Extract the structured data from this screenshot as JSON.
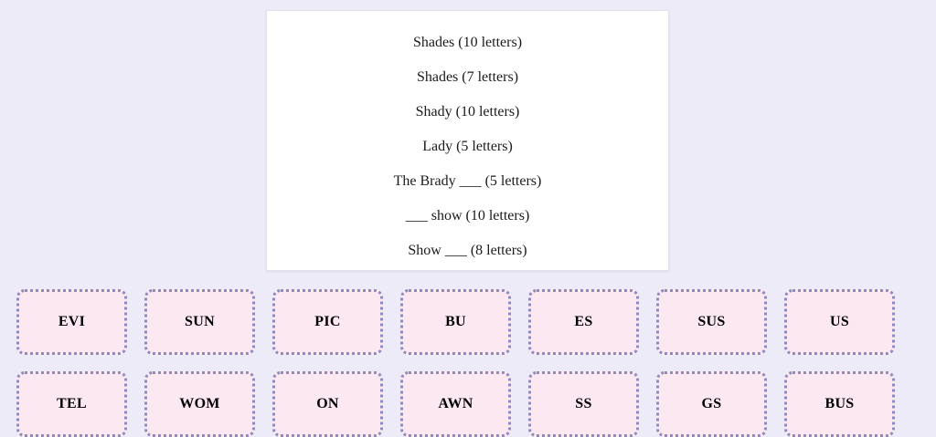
{
  "background_color": "#ecebf7",
  "clue_card": {
    "background_color": "#ffffff",
    "clues": [
      {
        "text": "Shades (10 letters)"
      },
      {
        "text": "Shades (7 letters)"
      },
      {
        "text": "Shady (10 letters)"
      },
      {
        "text": "Lady (5 letters)"
      },
      {
        "text": "The Brady ___ (5 letters)"
      },
      {
        "text": "___ show (10 letters)"
      },
      {
        "text": "Show ___ (8 letters)"
      }
    ]
  },
  "tiles": {
    "fill_color": "#fbe8f1",
    "border_color": "#8b8bc0",
    "rows": [
      {
        "items": [
          {
            "label": "EVI"
          },
          {
            "label": "SUN"
          },
          {
            "label": "PIC"
          },
          {
            "label": "BU"
          },
          {
            "label": "ES"
          },
          {
            "label": "SUS"
          },
          {
            "label": "US"
          }
        ]
      },
      {
        "items": [
          {
            "label": "TEL"
          },
          {
            "label": "WOM"
          },
          {
            "label": "ON"
          },
          {
            "label": "AWN"
          },
          {
            "label": "SS"
          },
          {
            "label": "GS"
          },
          {
            "label": "BUS"
          }
        ]
      }
    ]
  }
}
